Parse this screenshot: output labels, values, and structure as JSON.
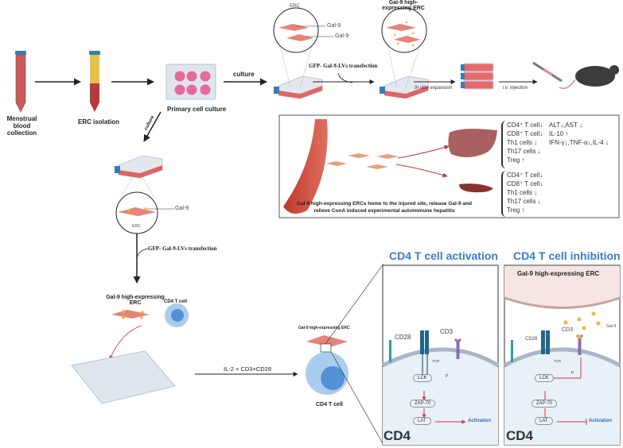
{
  "top_flow": {
    "menstrual_blood_collection": "Menstrual blood collection",
    "erc_isolation": "ERC isolation",
    "primary_cell_culture": "Primary cell culture",
    "culture_right": "culture",
    "culture_down": "culture",
    "erc_zoom_label": "ERC",
    "gal9_label_1": "Gal-9",
    "gal9_label_2": "Gal-9",
    "transfection_top": "GFP- Gal-9-LVs transfection",
    "gal9_high_erc_top": "Gal-9 high-expressing ERC",
    "in_vitro_expansion": "In vitro expansion",
    "iv_injection": "i.v.  injection"
  },
  "in_vivo_box": {
    "caption": "Gal-9 high-expressing ERCs home to the injured site, release Gal-9 and relieve ConA induced experimental autoimmune hepatitis",
    "liver_cells": [
      "CD4⁺ T cell↓",
      "CD8⁺ T cell↓",
      "Th1 cells ↓",
      "Th17 cells ↓",
      "Treg ↑"
    ],
    "liver_markers": [
      "ALT↓,AST ↓",
      "IL-10 ↑",
      "IFN-γ↓,TNF-α↓,IL-4 ↓"
    ],
    "spleen_cells": [
      "CD4⁺ T cell↓",
      "CD8⁺ T cell↓",
      "Th1 cells ↓",
      "Th17 cells ↓",
      "Treg ↑"
    ]
  },
  "left_flow": {
    "gal9_label": "Gal-9",
    "erc_label": "ERC",
    "transfection": "GFP- Gal-9-LVs transfection",
    "gal9_high_erc": "Gal-9 high-expressing ERC",
    "cd4_t_cell": "CD4 T cell",
    "stimulation": "IL-2 + CD3+CD28"
  },
  "coculture": {
    "erc_label": "Gal-9 high-expressing ERC",
    "cd4_label": "CD4 T cell"
  },
  "activation_panel": {
    "title": "CD4 T cell activation",
    "cd28": "CD28",
    "cd3": "CD3",
    "tcr": "TCR",
    "lck": "LCK",
    "p": "P",
    "zap70": "ZAP-70",
    "lat": "LAT",
    "outcome": "Activation",
    "cell_label": "CD4"
  },
  "inhibition_panel": {
    "title": "CD4 T cell inhibition",
    "erc_header": "Gal-9 high-expressing ERC",
    "cd28": "CD28",
    "cd3": "CD3",
    "tcr": "TCR",
    "gal9": "Gal-9",
    "lck": "LCK",
    "p": "P",
    "zap70": "ZAP-70",
    "lat": "LAT",
    "outcome": "Activation",
    "cell_label": "CD4"
  },
  "colors": {
    "title_blue": "#3a7cc4",
    "cell_pink": "#e6837a",
    "membrane_grey": "#a9b6c8",
    "signal_red": "#e0303a",
    "gal9_gold": "#f0b53a",
    "blood_red": "#b22a2a"
  }
}
